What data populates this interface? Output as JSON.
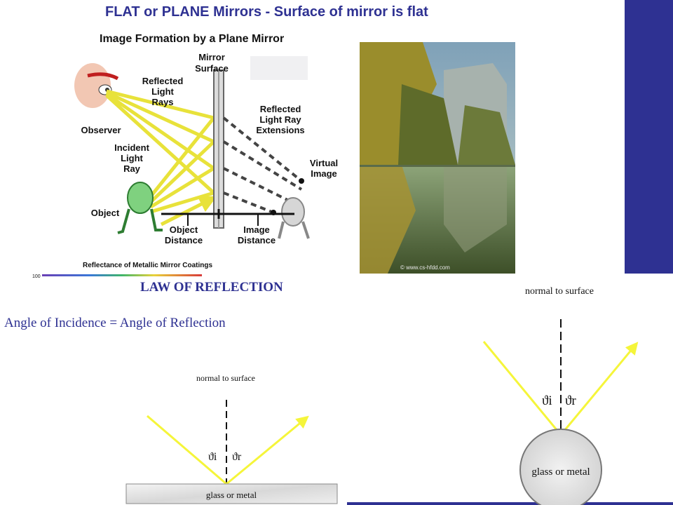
{
  "slide": {
    "title": "FLAT or PLANE Mirrors - Surface of mirror is flat",
    "accent_color": "#2e3192"
  },
  "plane_mirror_diagram": {
    "title": "Image Formation by a Plane Mirror",
    "labels": {
      "mirror_surface_1": "Mirror",
      "mirror_surface_2": "Surface",
      "reflected_light_rays_1": "Reflected",
      "reflected_light_rays_2": "Light",
      "reflected_light_rays_3": "Rays",
      "observer": "Observer",
      "incident_light_ray_1": "Incident",
      "incident_light_ray_2": "Light",
      "incident_light_ray_3": "Ray",
      "object": "Object",
      "object_distance_1": "Object",
      "object_distance_2": "Distance",
      "image_distance_1": "Image",
      "image_distance_2": "Distance",
      "extensions_1": "Reflected",
      "extensions_2": "Light Ray",
      "extensions_3": "Extensions",
      "virtual_image_1": "Virtual",
      "virtual_image_2": "Image"
    },
    "reflectance_caption": "Reflectance of Metallic Mirror Coatings",
    "reflectance_tick": "100"
  },
  "photo": {
    "subject": "lake-reflection-photo",
    "watermark": "© www.cs-hfdd.com"
  },
  "law": {
    "title": "LAW OF REFLECTION",
    "subtitle": "Angle of Incidence = Angle of Reflection"
  },
  "flat_reflection": {
    "normal_label": "normal to surface",
    "theta_i": "ϑi",
    "theta_r": "ϑr",
    "surface_label": "glass or metal"
  },
  "curved_reflection": {
    "normal_label": "normal to surface",
    "theta_i": "ϑi",
    "theta_r": "ϑr",
    "surface_label": "glass or metal"
  }
}
